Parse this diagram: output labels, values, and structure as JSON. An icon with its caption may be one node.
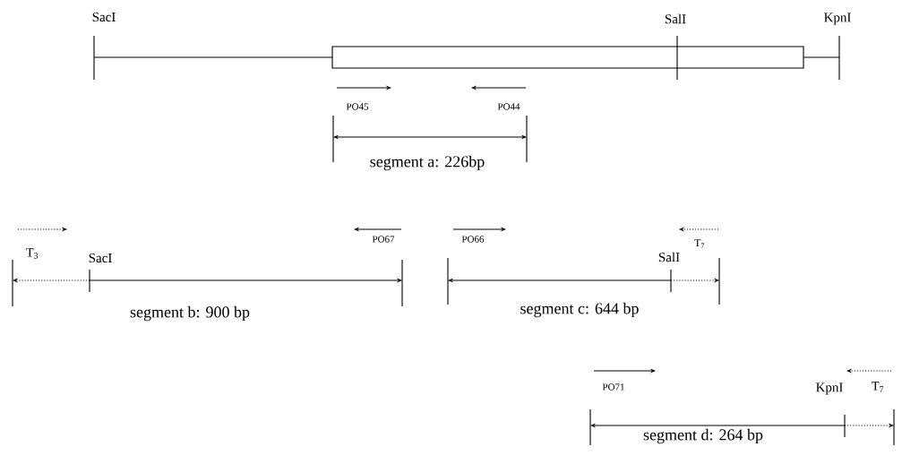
{
  "diagram": {
    "labels": [
      "SacI",
      "SalI",
      "KpnI",
      "PO45",
      "PO44",
      "segment a: 226bp",
      "T$_{3}$",
      "SacI",
      "PO67",
      "PO66",
      "SalI",
      "T$_{7}$",
      "segment b: 900 bp",
      "segment c: 644 bp",
      "PO71",
      "KpnI",
      "T$_{7}$",
      "segment d: 264 bp"
    ]
  }
}
